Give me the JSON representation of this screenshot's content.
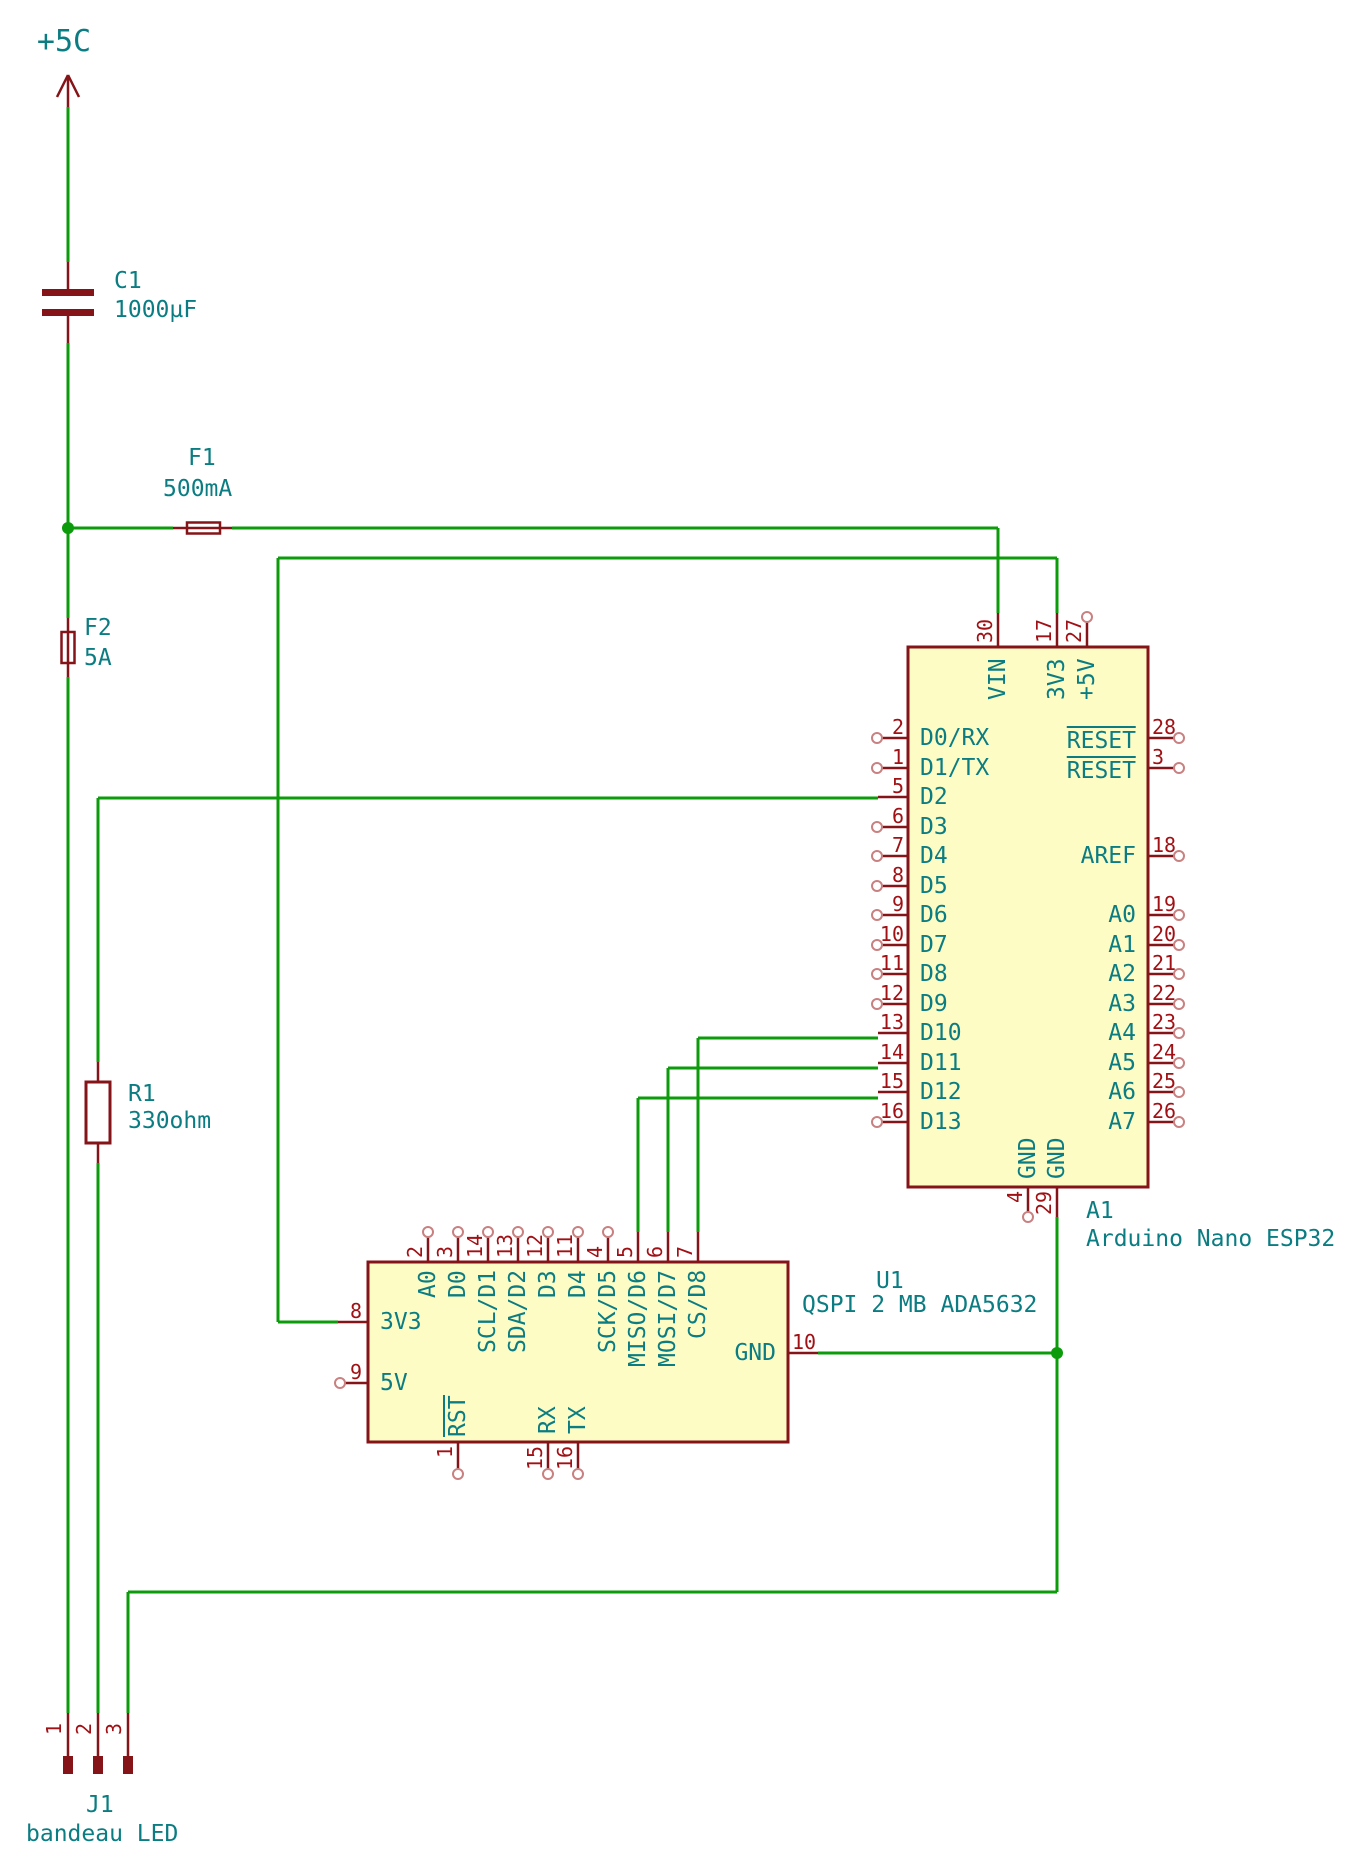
{
  "colors": {
    "wire": "#0b9b0b",
    "symbol": "#841418",
    "pin_number": "#a01014",
    "text": "#0b7d82",
    "component_fill": "#fdfcc5",
    "pin_circle": "#c98080",
    "background": "#ffffff"
  },
  "power_flag": {
    "label": "+5C"
  },
  "components": {
    "c1": {
      "ref": "C1",
      "value": "1000µF"
    },
    "f1": {
      "ref": "F1",
      "value": "500mA"
    },
    "f2": {
      "ref": "F2",
      "value": "5A"
    },
    "r1": {
      "ref": "R1",
      "value": "330ohm"
    },
    "j1": {
      "ref": "J1",
      "value": "bandeau LED",
      "pins": [
        {
          "num": "1"
        },
        {
          "num": "2"
        },
        {
          "num": "3"
        }
      ]
    },
    "a1": {
      "ref": "A1",
      "value": "Arduino Nano ESP32",
      "left_pins": [
        {
          "num": "2",
          "name": "D0/RX",
          "connected": false
        },
        {
          "num": "1",
          "name": "D1/TX",
          "connected": false
        },
        {
          "num": "5",
          "name": "D2",
          "connected": true
        },
        {
          "num": "6",
          "name": "D3",
          "connected": false
        },
        {
          "num": "7",
          "name": "D4",
          "connected": false
        },
        {
          "num": "8",
          "name": "D5",
          "connected": false
        },
        {
          "num": "9",
          "name": "D6",
          "connected": false
        },
        {
          "num": "10",
          "name": "D7",
          "connected": false
        },
        {
          "num": "11",
          "name": "D8",
          "connected": false
        },
        {
          "num": "12",
          "name": "D9",
          "connected": false
        },
        {
          "num": "13",
          "name": "D10",
          "connected": true
        },
        {
          "num": "14",
          "name": "D11",
          "connected": true
        },
        {
          "num": "15",
          "name": "D12",
          "connected": true
        },
        {
          "num": "16",
          "name": "D13",
          "connected": false
        }
      ],
      "right_pins": [
        {
          "num": "28",
          "name": "RESET",
          "overline": true,
          "row": 0
        },
        {
          "num": "3",
          "name": "RESET",
          "overline": true,
          "row": 1
        },
        {
          "num": "18",
          "name": "AREF",
          "overline": false,
          "row": 4
        },
        {
          "num": "19",
          "name": "A0",
          "overline": false,
          "row": 6
        },
        {
          "num": "20",
          "name": "A1",
          "overline": false,
          "row": 7
        },
        {
          "num": "21",
          "name": "A2",
          "overline": false,
          "row": 8
        },
        {
          "num": "22",
          "name": "A3",
          "overline": false,
          "row": 9
        },
        {
          "num": "23",
          "name": "A4",
          "overline": false,
          "row": 10
        },
        {
          "num": "24",
          "name": "A5",
          "overline": false,
          "row": 11
        },
        {
          "num": "25",
          "name": "A6",
          "overline": false,
          "row": 12
        },
        {
          "num": "26",
          "name": "A7",
          "overline": false,
          "row": 13
        }
      ],
      "top_pins": [
        {
          "num": "30",
          "name": "VIN",
          "connected": true
        },
        {
          "num": "17",
          "name": "3V3",
          "connected": true
        },
        {
          "num": "27",
          "name": "+5V",
          "connected": false
        }
      ],
      "bottom_pins": [
        {
          "num": "4",
          "name": "GND",
          "connected": false
        },
        {
          "num": "29",
          "name": "GND",
          "connected": true
        }
      ]
    },
    "u1": {
      "ref": "U1",
      "value": "QSPI 2 MB ADA5632",
      "top_pins": [
        {
          "num": "2",
          "name": "A0",
          "connected": false
        },
        {
          "num": "3",
          "name": "D0",
          "connected": false
        },
        {
          "num": "14",
          "name": "SCL/D1",
          "connected": false
        },
        {
          "num": "13",
          "name": "SDA/D2",
          "connected": false
        },
        {
          "num": "12",
          "name": "D3",
          "connected": false
        },
        {
          "num": "11",
          "name": "D4",
          "connected": false
        },
        {
          "num": "4",
          "name": "SCK/D5",
          "connected": false
        },
        {
          "num": "5",
          "name": "MISO/D6",
          "connected": true
        },
        {
          "num": "6",
          "name": "MOSI/D7",
          "connected": true
        },
        {
          "num": "7",
          "name": "CS/D8",
          "connected": true
        }
      ],
      "left_pins": [
        {
          "num": "8",
          "name": "3V3",
          "connected": true
        },
        {
          "num": "9",
          "name": "5V",
          "connected": false
        }
      ],
      "right_pins": [
        {
          "num": "10",
          "name": "GND",
          "connected": true
        }
      ],
      "bottom_pins": [
        {
          "num": "1",
          "name": "RST",
          "overline": true,
          "connected": false
        },
        {
          "num": "15",
          "name": "RX",
          "overline": false,
          "connected": false
        },
        {
          "num": "16",
          "name": "TX",
          "overline": false,
          "connected": false
        }
      ]
    }
  }
}
